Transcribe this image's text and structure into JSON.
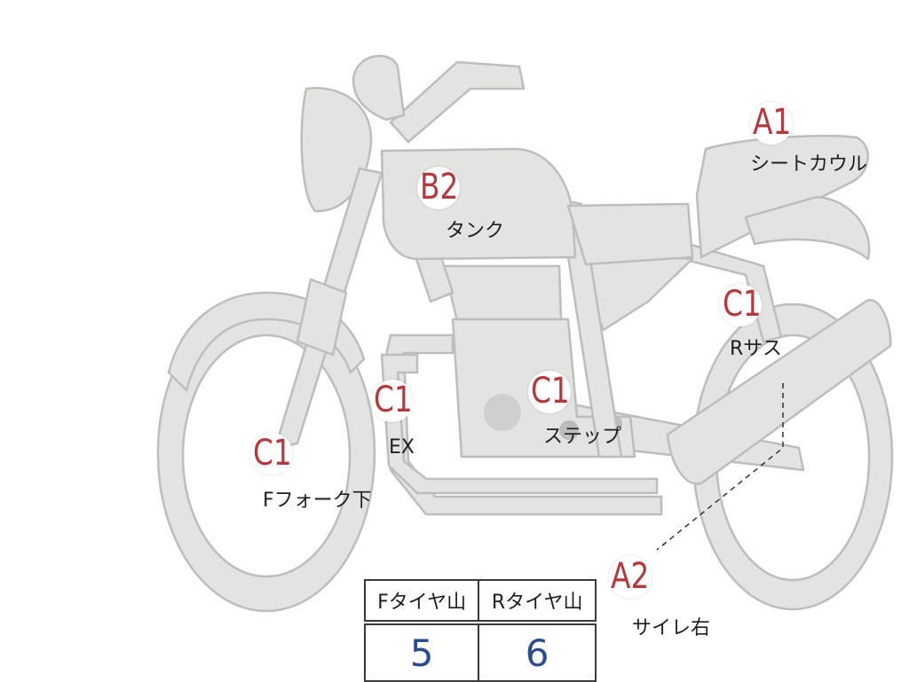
{
  "labels": {
    "seat_cowl": {
      "code": "A1",
      "part": "シートカウル"
    },
    "tank": {
      "code": "B2",
      "part": "タンク"
    },
    "rear_susp": {
      "code": "C1",
      "part": "Rサス"
    },
    "exhaust": {
      "code": "C1",
      "part": "EX"
    },
    "step": {
      "code": "C1",
      "part": "ステップ"
    },
    "front_fork": {
      "code": "C1",
      "part": "Fフォーク下"
    },
    "silencer": {
      "code": "A2",
      "part": "サイレ右"
    }
  },
  "tire_table": {
    "headers": [
      "Fタイヤ山",
      "Rタイヤ山"
    ],
    "values": [
      "5",
      "6"
    ]
  },
  "colors": {
    "body_fill": "#e3e3e1",
    "body_stroke": "#bdbdbb",
    "code_red": "#b23a3f",
    "value_blue": "#2b4d8f"
  }
}
